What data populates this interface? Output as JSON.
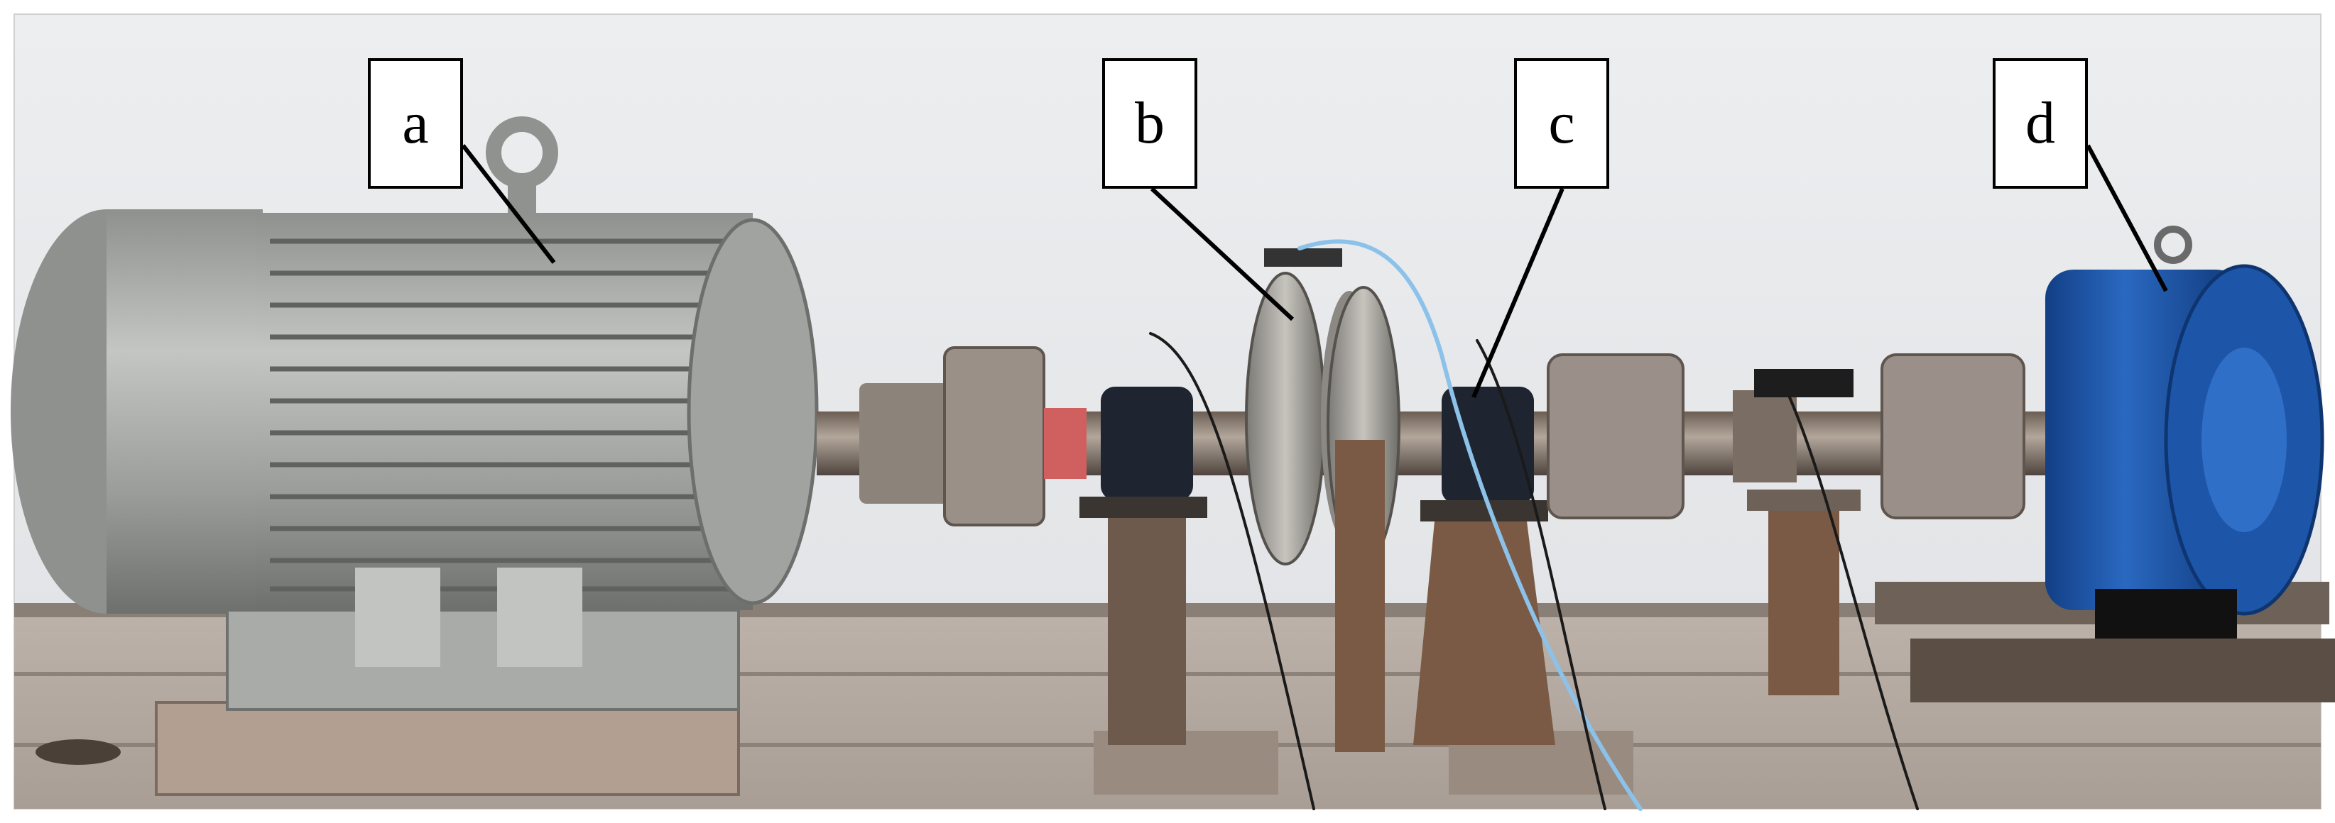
{
  "labels": {
    "a": "a",
    "b": "b",
    "c": "c",
    "d": "d"
  },
  "colors": {
    "motor_gray": "#a7aaa6",
    "load_blue": "#1d55a8",
    "base_plate": "#b9afa6",
    "rust": "#7a5a45",
    "wall": "#e7e8ea",
    "cable_blue": "#8cc2ea"
  }
}
